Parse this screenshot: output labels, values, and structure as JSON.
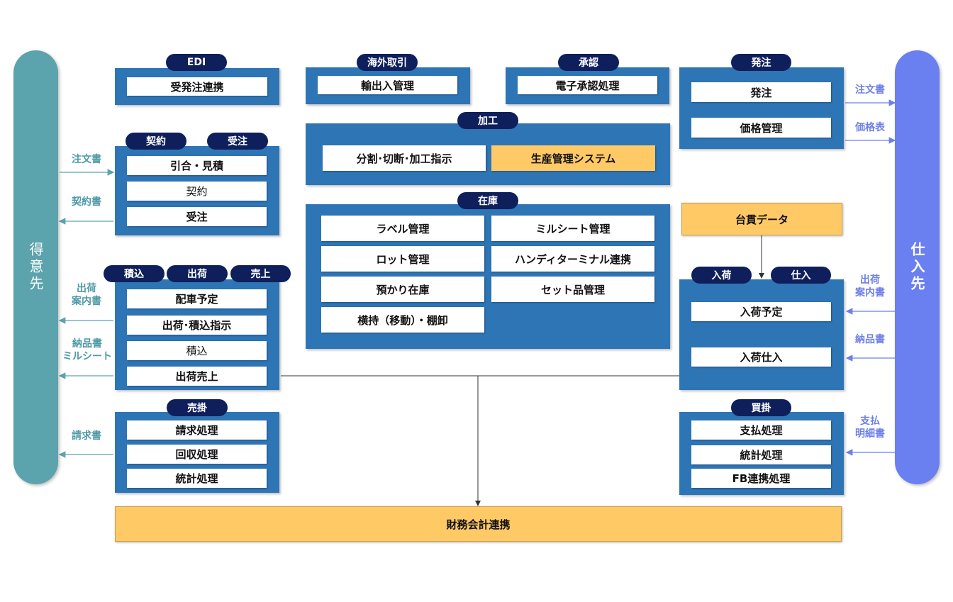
{
  "customer": {
    "label": "得意先"
  },
  "supplier": {
    "label": "仕入先"
  },
  "edi": {
    "badge": "EDI",
    "items": [
      "受発注連携"
    ]
  },
  "overseas": {
    "badge": "海外取引",
    "items": [
      "輸出入管理"
    ]
  },
  "approval": {
    "badge": "承認",
    "items": [
      "電子承認処理"
    ]
  },
  "ordering": {
    "badge": "発注",
    "items": [
      "発注",
      "価格管理"
    ]
  },
  "contract": {
    "badges": [
      "契約",
      "受注"
    ],
    "items": [
      "引合・見積",
      "契約",
      "受注"
    ]
  },
  "processing": {
    "badge": "加工",
    "items": [
      "分割･切断･加工指示",
      "生産管理システム"
    ]
  },
  "inventory": {
    "badge": "在庫",
    "items": [
      "ラベル管理",
      "ミルシート管理",
      "ロット管理",
      "ハンディターミナル連携",
      "預かり在庫",
      "セット品管理",
      "横持（移動）・棚卸"
    ]
  },
  "shipping": {
    "badges": [
      "積込",
      "出荷",
      "売上"
    ],
    "items": [
      "配車予定",
      "出荷･積込指示",
      "積込",
      "出荷売上"
    ]
  },
  "receivable": {
    "badge": "売掛",
    "items": [
      "請求処理",
      "回収処理",
      "統計処理"
    ]
  },
  "warehouse_data": {
    "label": "台貫データ"
  },
  "receiving": {
    "badges": [
      "入荷",
      "仕入"
    ],
    "items": [
      "入荷予定",
      "入荷仕入"
    ]
  },
  "payable": {
    "badge": "買掛",
    "items": [
      "支払処理",
      "統計処理",
      "FB連携処理"
    ]
  },
  "accounting": {
    "label": "財務会計連携"
  },
  "left_labels": {
    "order_doc": "注文書",
    "contract_doc": "契約書",
    "ship_notice": "出荷\n案内書",
    "delivery_doc": "納品書\nミルシート",
    "invoice": "請求書"
  },
  "right_labels": {
    "order_doc": "注文書",
    "price_list": "価格表",
    "ship_notice": "出荷\n案内書",
    "delivery_doc": "納品書",
    "payment_doc": "支払\n明細書"
  },
  "colors": {
    "teal": "#5ba3ad",
    "periwinkle": "#6a7ff0",
    "panel": "#2e75b6",
    "badge": "#0e1f5b",
    "orange": "#ffc966"
  }
}
